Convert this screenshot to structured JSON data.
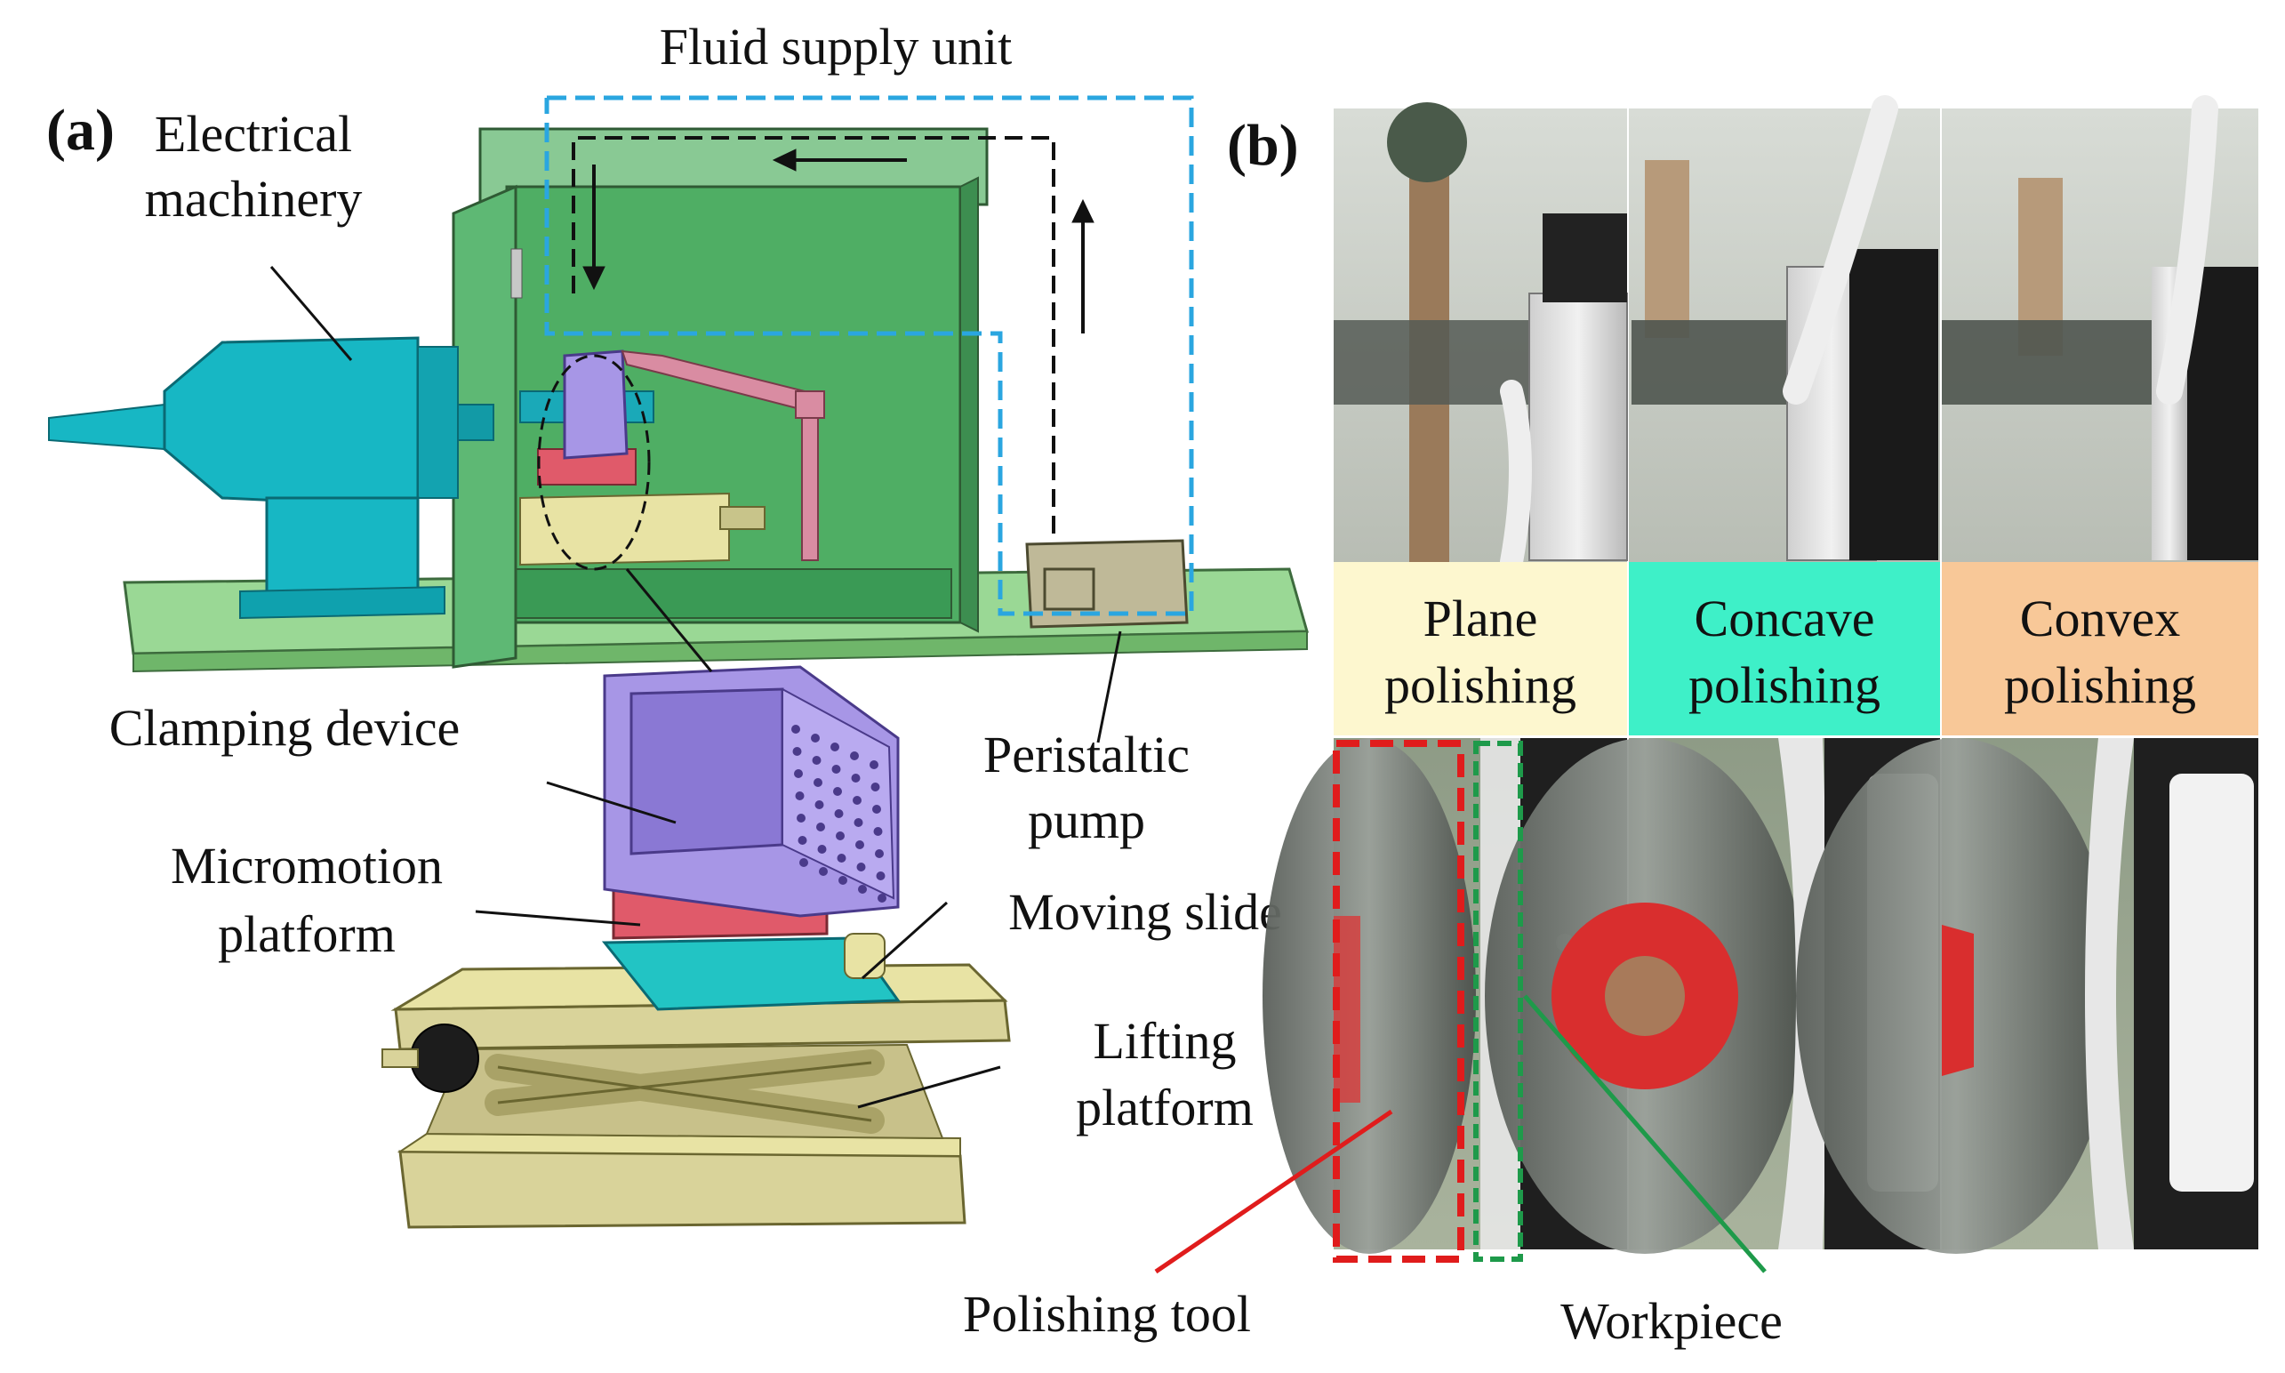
{
  "panel_a": {
    "letter": "(a)",
    "labels": {
      "fluid_supply": "Fluid supply unit",
      "electrical_line1": "Electrical",
      "electrical_line2": "machinery",
      "clamping": "Clamping device",
      "micromotion_line1": "Micromotion",
      "micromotion_line2": "platform",
      "peristaltic_line1": "Peristaltic",
      "peristaltic_line2": "pump",
      "moving_slide": "Moving slide",
      "lifting_line1": "Lifting",
      "lifting_line2": "platform"
    }
  },
  "panel_b": {
    "letter": "(b)",
    "modes": [
      {
        "line1": "Plane",
        "line2": "polishing",
        "color": "#fdf7cf"
      },
      {
        "line1": "Concave",
        "line2": "polishing",
        "color": "#3ef0c8"
      },
      {
        "line1": "Convex",
        "line2": "polishing",
        "color": "#f8c898"
      }
    ],
    "callouts": {
      "tool": "Polishing tool",
      "workpiece": "Workpiece"
    }
  },
  "colors": {
    "cabinet": "#4fae64",
    "base_plate": "#9ad895",
    "motor": "#17b7c4",
    "clamp": "#a796e6",
    "lifting": "#e8e3a4",
    "slide": "#22c4c4",
    "micromotion": "#e05a6a",
    "arm": "#d98ca2",
    "fluid_loop": "#2aa6e0",
    "tool_box": "#e01c1c",
    "workpiece_box": "#1e9a4a"
  }
}
